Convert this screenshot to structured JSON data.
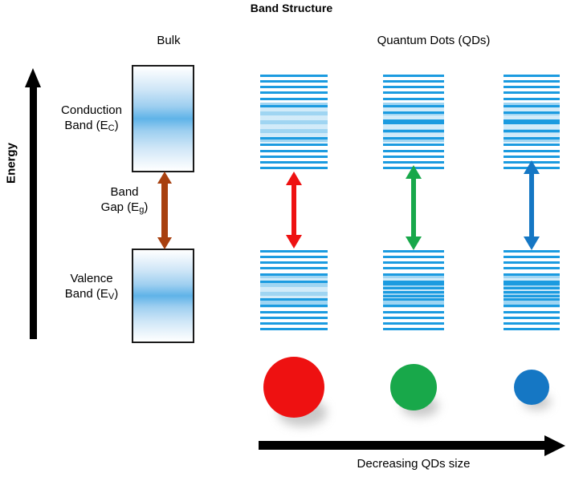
{
  "figure": {
    "title": "Band Structure",
    "energy_axis_label": "Energy",
    "bottom_axis_label": "Decreasing QDs size"
  },
  "columns": {
    "bulk_heading": "Bulk",
    "qd_heading": "Quantum Dots (QDs)"
  },
  "bulk": {
    "conduction_line1": "Conduction",
    "conduction_line2": "Band (E",
    "conduction_sub": "C",
    "conduction_close": ")",
    "valence_line1": "Valence",
    "valence_line2": "Band (E",
    "valence_sub": "V",
    "valence_close": ")",
    "gap_line1": "Band",
    "gap_line2": "Gap (E",
    "gap_sub": "g",
    "gap_close": ")",
    "gradient_color": "#5fb3e8",
    "border_color": "#1a1a1a",
    "gap_arrow_color": "#a8400f"
  },
  "quantum_dots": [
    {
      "name": "large-qd",
      "emission_color": "#ee1111",
      "arrow_color": "#ee1111",
      "dot_diameter": 76,
      "block_width": 84,
      "band_gap_rank": "smallest"
    },
    {
      "name": "medium-qd",
      "emission_color": "#18a84a",
      "arrow_color": "#18a84a",
      "dot_diameter": 58,
      "block_width": 76,
      "band_gap_rank": "medium"
    },
    {
      "name": "small-qd",
      "emission_color": "#1577c4",
      "arrow_color": "#1577c4",
      "dot_diameter": 44,
      "block_width": 70,
      "band_gap_rank": "largest"
    }
  ],
  "chart_data": {
    "type": "diagram",
    "description": "Band structure comparison between bulk semiconductor and quantum dots of decreasing size",
    "level_line_color": "#1b9be0"
  }
}
